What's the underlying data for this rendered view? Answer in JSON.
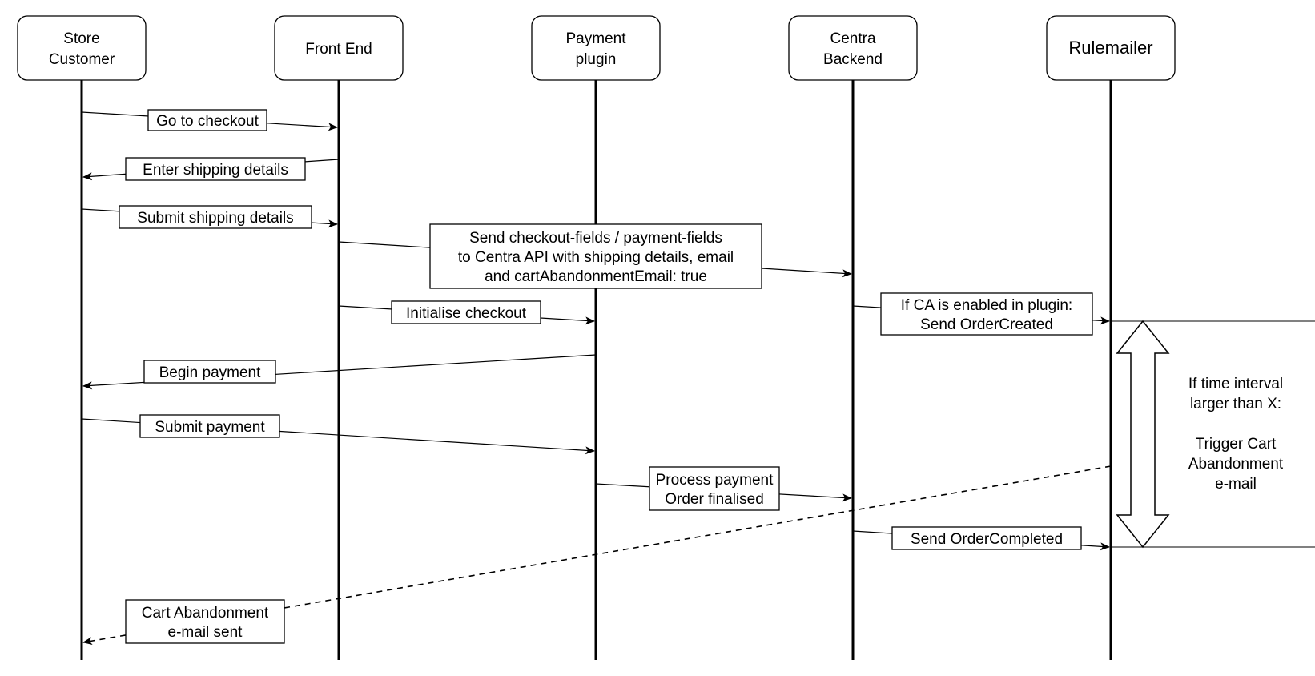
{
  "actors": [
    {
      "lines": [
        "Store",
        "Customer"
      ]
    },
    {
      "lines": [
        "Front End"
      ]
    },
    {
      "lines": [
        "Payment",
        "plugin"
      ]
    },
    {
      "lines": [
        "Centra",
        "Backend"
      ]
    },
    {
      "lines": [
        "Rulemailer"
      ]
    }
  ],
  "messages": [
    {
      "from": 0,
      "to": 1,
      "dashed": false,
      "label": [
        "Go to checkout"
      ]
    },
    {
      "from": 1,
      "to": 0,
      "dashed": false,
      "label": [
        "Enter shipping details"
      ]
    },
    {
      "from": 0,
      "to": 1,
      "dashed": false,
      "label": [
        "Submit shipping details"
      ]
    },
    {
      "from": 1,
      "to": 3,
      "dashed": false,
      "label": [
        "Send checkout-fields / payment-fields",
        "to Centra API with shipping details, email",
        "and cartAbandonmentEmail: true"
      ]
    },
    {
      "from": 1,
      "to": 2,
      "dashed": false,
      "label": [
        "Initialise checkout"
      ]
    },
    {
      "from": 3,
      "to": 4,
      "dashed": false,
      "label": [
        "If CA is enabled in plugin:",
        "Send OrderCreated"
      ]
    },
    {
      "from": 2,
      "to": 0,
      "dashed": false,
      "label": [
        "Begin payment"
      ]
    },
    {
      "from": 0,
      "to": 2,
      "dashed": false,
      "label": [
        "Submit payment"
      ]
    },
    {
      "from": 2,
      "to": 3,
      "dashed": false,
      "label": [
        "Process payment",
        "Order finalised"
      ]
    },
    {
      "from": 4,
      "to": 0,
      "dashed": true,
      "label": [
        "Cart Abandonment",
        "e-mail sent"
      ]
    },
    {
      "from": 3,
      "to": 4,
      "dashed": false,
      "label": [
        "Send OrderCompleted"
      ]
    }
  ],
  "interval_note": {
    "lines": [
      "If time interval",
      "larger than X:",
      "",
      "Trigger Cart",
      "Abandonment",
      "e-mail"
    ]
  }
}
